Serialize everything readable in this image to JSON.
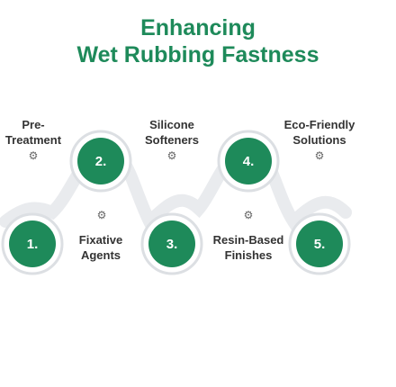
{
  "title": {
    "line1": "Enhancing",
    "line2": "Wet Rubbing Fastness"
  },
  "steps": [
    {
      "number": "1.",
      "label_lines": [
        "Pre-",
        "Treatment"
      ],
      "icon": "gear-icon"
    },
    {
      "number": "2.",
      "label_lines": [
        "Fixative",
        "Agents"
      ],
      "icon": "gear-icon"
    },
    {
      "number": "3.",
      "label_lines": [
        "Silicone",
        "Softeners"
      ],
      "icon": "gear-icon"
    },
    {
      "number": "4.",
      "label_lines": [
        "Resin-Based",
        "Finishes"
      ],
      "icon": "gear-icon"
    },
    {
      "number": "5.",
      "label_lines": [
        "Eco-Friendly",
        "Solutions"
      ],
      "icon": "gear-icon"
    }
  ],
  "colors": {
    "title": "#1e8a5a",
    "circle_fill": "#1e8a5a",
    "wave": "#e9ebee",
    "ring": "#dcdfe3",
    "text": "#333333",
    "icon": "#666666"
  }
}
